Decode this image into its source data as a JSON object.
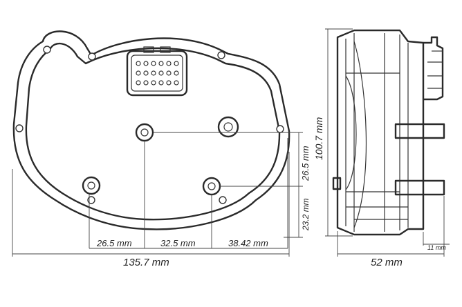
{
  "dimensions": {
    "total_width": "135.7 mm",
    "segment_left": "26.5 mm",
    "segment_middle": "32.5 mm",
    "segment_right": "38.42 mm",
    "vertical_upper": "26.5 mm",
    "vertical_lower": "23.2 mm",
    "total_height": "100.7 mm",
    "depth": "52 mm",
    "tab_depth": "11 mm"
  }
}
